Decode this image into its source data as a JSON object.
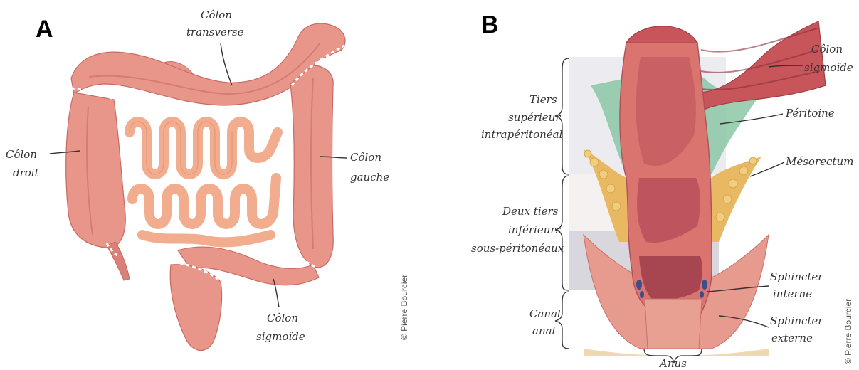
{
  "panels": {
    "a": {
      "letter": "A",
      "labels": {
        "colon_transverse_1": "Côlon",
        "colon_transverse_2": "transverse",
        "colon_droit_1": "Côlon",
        "colon_droit_2": "droit",
        "colon_gauche_1": "Côlon",
        "colon_gauche_2": "gauche",
        "colon_sigmoide_1": "Côlon",
        "colon_sigmoide_2": "sigmoïde"
      },
      "credit": "© Pierre Bourcier"
    },
    "b": {
      "letter": "B",
      "labels": {
        "colon_sigmoide_1": "Côlon",
        "colon_sigmoide_2": "sigmoïde",
        "peritoine": "Péritoine",
        "mesorectum": "Mésorectum",
        "sphincter_interne_1": "Sphincter",
        "sphincter_interne_2": "interne",
        "sphincter_externe_1": "Sphincter",
        "sphincter_externe_2": "externe",
        "anus": "Anus",
        "tiers_1": "Tiers",
        "tiers_2": "supérieur",
        "tiers_3": "intrapéritonéal",
        "deux_1": "Deux tiers",
        "deux_2": "inférieurs",
        "deux_3": "sous-péritonéaux",
        "canal_1": "Canal",
        "canal_2": "anal"
      },
      "credit": "© Pierre Bourcier"
    }
  },
  "colors": {
    "colon": "#e8958a",
    "colon_dark": "#c96a62",
    "small_intestine": "#f2ad8e",
    "rectum_wall": "#d9756e",
    "rectum_lumen": "#b04d5a",
    "peritoneum": "#8cc7a6",
    "fat": "#e8b862",
    "band": "#d6d6dc"
  }
}
